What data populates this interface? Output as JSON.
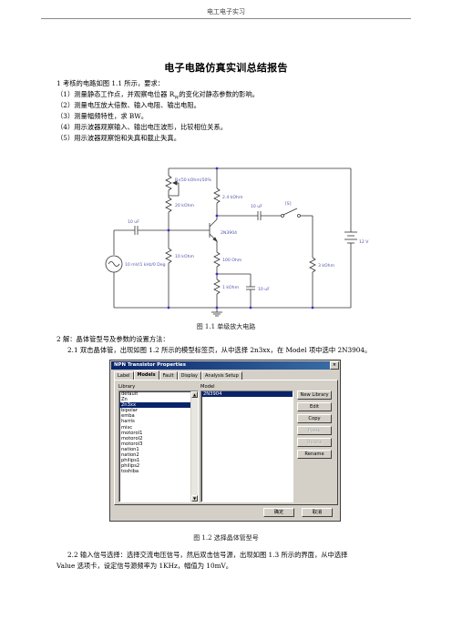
{
  "header": {
    "text": "电工电子实习"
  },
  "title": "电子电路仿真实训总结报告",
  "section1": {
    "intro": "1   考核的电路如图 1.1 所示，要求：",
    "items": [
      "（1）测量静态工作点，并观察电位器 R",
      "（2）测量电压放大倍数、输入电阻、输出电阻。",
      "（3）测量幅频特性，求 BW。",
      "（4）用示波器观察输入、输出电压波形，比较相位关系。",
      "（5）用示波器观察饱和失真和截止失真。"
    ],
    "item1_sub": "W",
    "item1_tail": "的变化对静态参数的影响。"
  },
  "circuit": {
    "pot_label": "R₁(50 kOhm)50%",
    "r_top_left": "20 kOhm",
    "r_bottom_left": "10 kOhm",
    "r_collector": "2.4 kOhm",
    "r_emitter1": "100 Ohm",
    "r_emitter2": "1 kOhm",
    "r_load": "3 kOhm",
    "c_in": "10 uF",
    "c_out": "10 uF",
    "c_emitter": "10 uF",
    "transistor": "2N3904",
    "source": "10 mV/1 kHz/0 Deg",
    "supply": "12 V",
    "switch": "[S]"
  },
  "fig1_caption": "图 1.1  单级放大电路",
  "section2": {
    "intro": "2  解：晶体管型号及参数的设置方法：",
    "step1": "2.1 双击晶体管，出现如图 1.2 所示的模型标签页，从中选择 2n3xx，在 Model 项中选中 2N3904。"
  },
  "dialog": {
    "title": "NPN Transistor Properties",
    "tabs": [
      "Label",
      "Models",
      "Fault",
      "Display",
      "Analysis Setup"
    ],
    "active_tab": "Models",
    "library_label": "Library",
    "model_label": "Model",
    "library_items": [
      "default",
      "Zn",
      "2n3xx",
      "bipolar",
      "emba",
      "harris",
      "misc",
      "motorol1",
      "motorol2",
      "motorol3",
      "nation1",
      "nation2",
      "philips1",
      "philips2",
      "toshiba"
    ],
    "library_selected": "2n3xx",
    "model_items": [
      "2N3904"
    ],
    "model_selected": "2N3904",
    "buttons": [
      "New Library",
      "Edit",
      "Copy",
      "Paste",
      "Delete",
      "Rename"
    ],
    "disabled_buttons": [
      "Paste",
      "Delete"
    ],
    "ok": "确定",
    "cancel": "取消"
  },
  "fig2_caption": "图 1.2  选择晶体管型号",
  "section2_step2": {
    "line1": "2.2 输入信号选择：选择交流电压信号，然后双击信号源，出现如图 1.3 所示的界面，从中选择",
    "line2": "Value 选项卡，设定信号源频率为 1KHz，幅值为 10mV。"
  }
}
